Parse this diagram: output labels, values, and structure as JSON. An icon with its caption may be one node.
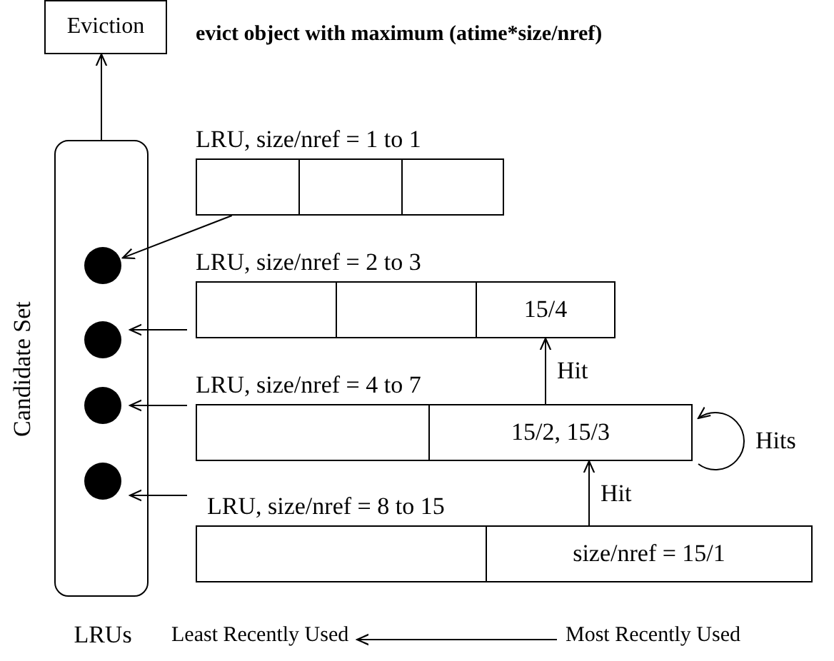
{
  "diagram": {
    "title": "evict object with maximum (atime*size/nref)",
    "nodes": [
      {
        "text": [
          "Eviction"
        ]
      },
      {
        "text": [
          "Candidate Set"
        ],
        "beside": [
          "LRUs"
        ]
      },
      {
        "text": [],
        "shape": "circle",
        "in": 1
      },
      {
        "text": [],
        "shape": "circle",
        "in": 1
      },
      {
        "text": [],
        "shape": "circle",
        "in": 1
      },
      {
        "text": [],
        "shape": "circle",
        "in": 1
      },
      {
        "text": [
          "LRU, size/nref = 1 to 1"
        ]
      },
      {
        "text": [],
        "shape": "box",
        "in": 6
      },
      {
        "text": [],
        "shape": "box",
        "in": 6
      },
      {
        "text": [],
        "shape": "box",
        "in": 6
      },
      {
        "text": [
          "LRU, size/nref = 2 to 3"
        ]
      },
      {
        "text": [],
        "shape": "box",
        "in": 10
      },
      {
        "text": [],
        "shape": "box",
        "in": 10
      },
      {
        "text": [
          "15/4"
        ],
        "in": 10
      },
      {
        "text": [
          "LRU, size/nref = 4 to 7"
        ]
      },
      {
        "text": [],
        "shape": "box",
        "in": 14
      },
      {
        "text": [
          "15/2, 15/3"
        ],
        "in": 14
      },
      {
        "text": [
          "LRU, size/nref = 8 to 15"
        ]
      },
      {
        "text": [],
        "shape": "box",
        "in": 17
      },
      {
        "text": [
          "size/nref = 15/1"
        ],
        "in": 17
      },
      {
        "text": [
          "Least Recently Used"
        ]
      },
      {
        "text": [
          "Most Recently Used"
        ]
      }
    ],
    "edges": [
      {
        "from": 1,
        "to": 0,
        "arrow": "to"
      },
      {
        "from": 6,
        "to": 2,
        "arrow": "to"
      },
      {
        "from": 10,
        "to": 3,
        "arrow": "to"
      },
      {
        "from": 14,
        "to": 4,
        "arrow": "to"
      },
      {
        "from": 17,
        "to": 5,
        "arrow": "to"
      },
      {
        "from": 16,
        "to": 13,
        "arrow": "to",
        "label": "Hit"
      },
      {
        "from": 16,
        "to": 16,
        "arrow": "to",
        "label": "Hits"
      },
      {
        "from": 19,
        "to": 16,
        "arrow": "to",
        "label": "Hit"
      },
      {
        "from": 21,
        "to": 20,
        "arrow": "to"
      }
    ]
  }
}
